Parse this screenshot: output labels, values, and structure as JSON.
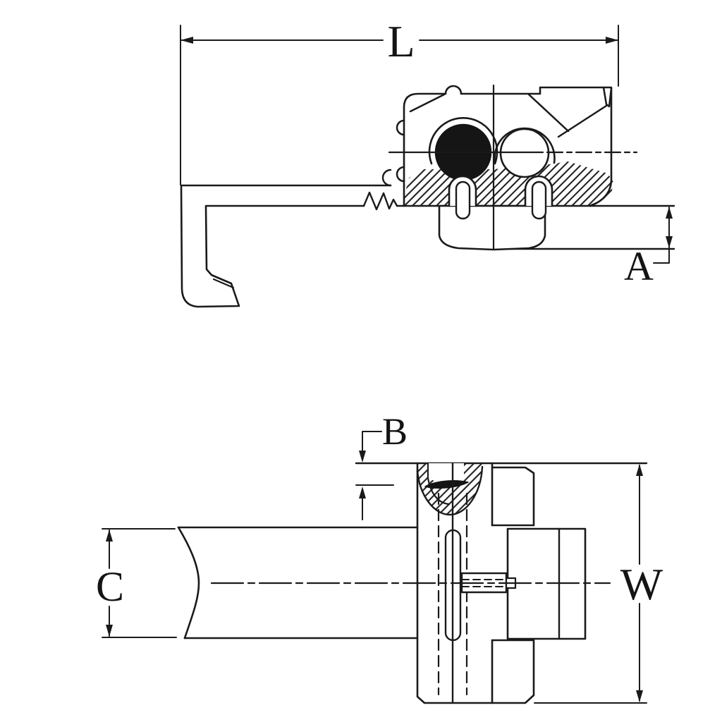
{
  "drawing": {
    "type": "technical-drawing-two-views",
    "background": "#ffffff",
    "line_color": "#1a1a1a",
    "conductor_fill": "#151515",
    "views": {
      "side_view": {
        "description": "clamp side section with hook bracket",
        "dimension_labels": {
          "length": "L",
          "seat_height": "A"
        }
      },
      "front_view": {
        "description": "clamp front section with bar",
        "dimension_labels": {
          "slot_depth": "B",
          "bar_thickness": "C",
          "overall_width": "W"
        }
      }
    }
  }
}
